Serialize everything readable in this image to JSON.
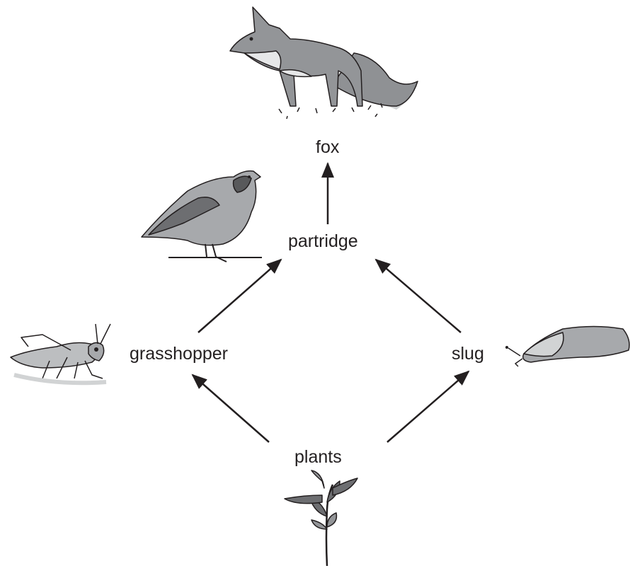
{
  "food_web": {
    "organisms": {
      "fox": "fox",
      "partridge": "partridge",
      "grasshopper": "grasshopper",
      "slug": "slug",
      "plants": "plants"
    },
    "arrows": [
      {
        "from": "partridge",
        "to": "fox"
      },
      {
        "from": "grasshopper",
        "to": "partridge"
      },
      {
        "from": "slug",
        "to": "partridge"
      },
      {
        "from": "plants",
        "to": "grasshopper"
      },
      {
        "from": "plants",
        "to": "slug"
      }
    ],
    "colors": {
      "ink": "#231f20",
      "fill_dark": "#6d6e71",
      "fill_mid": "#a7a9ac",
      "fill_light": "#d1d3d4"
    }
  }
}
